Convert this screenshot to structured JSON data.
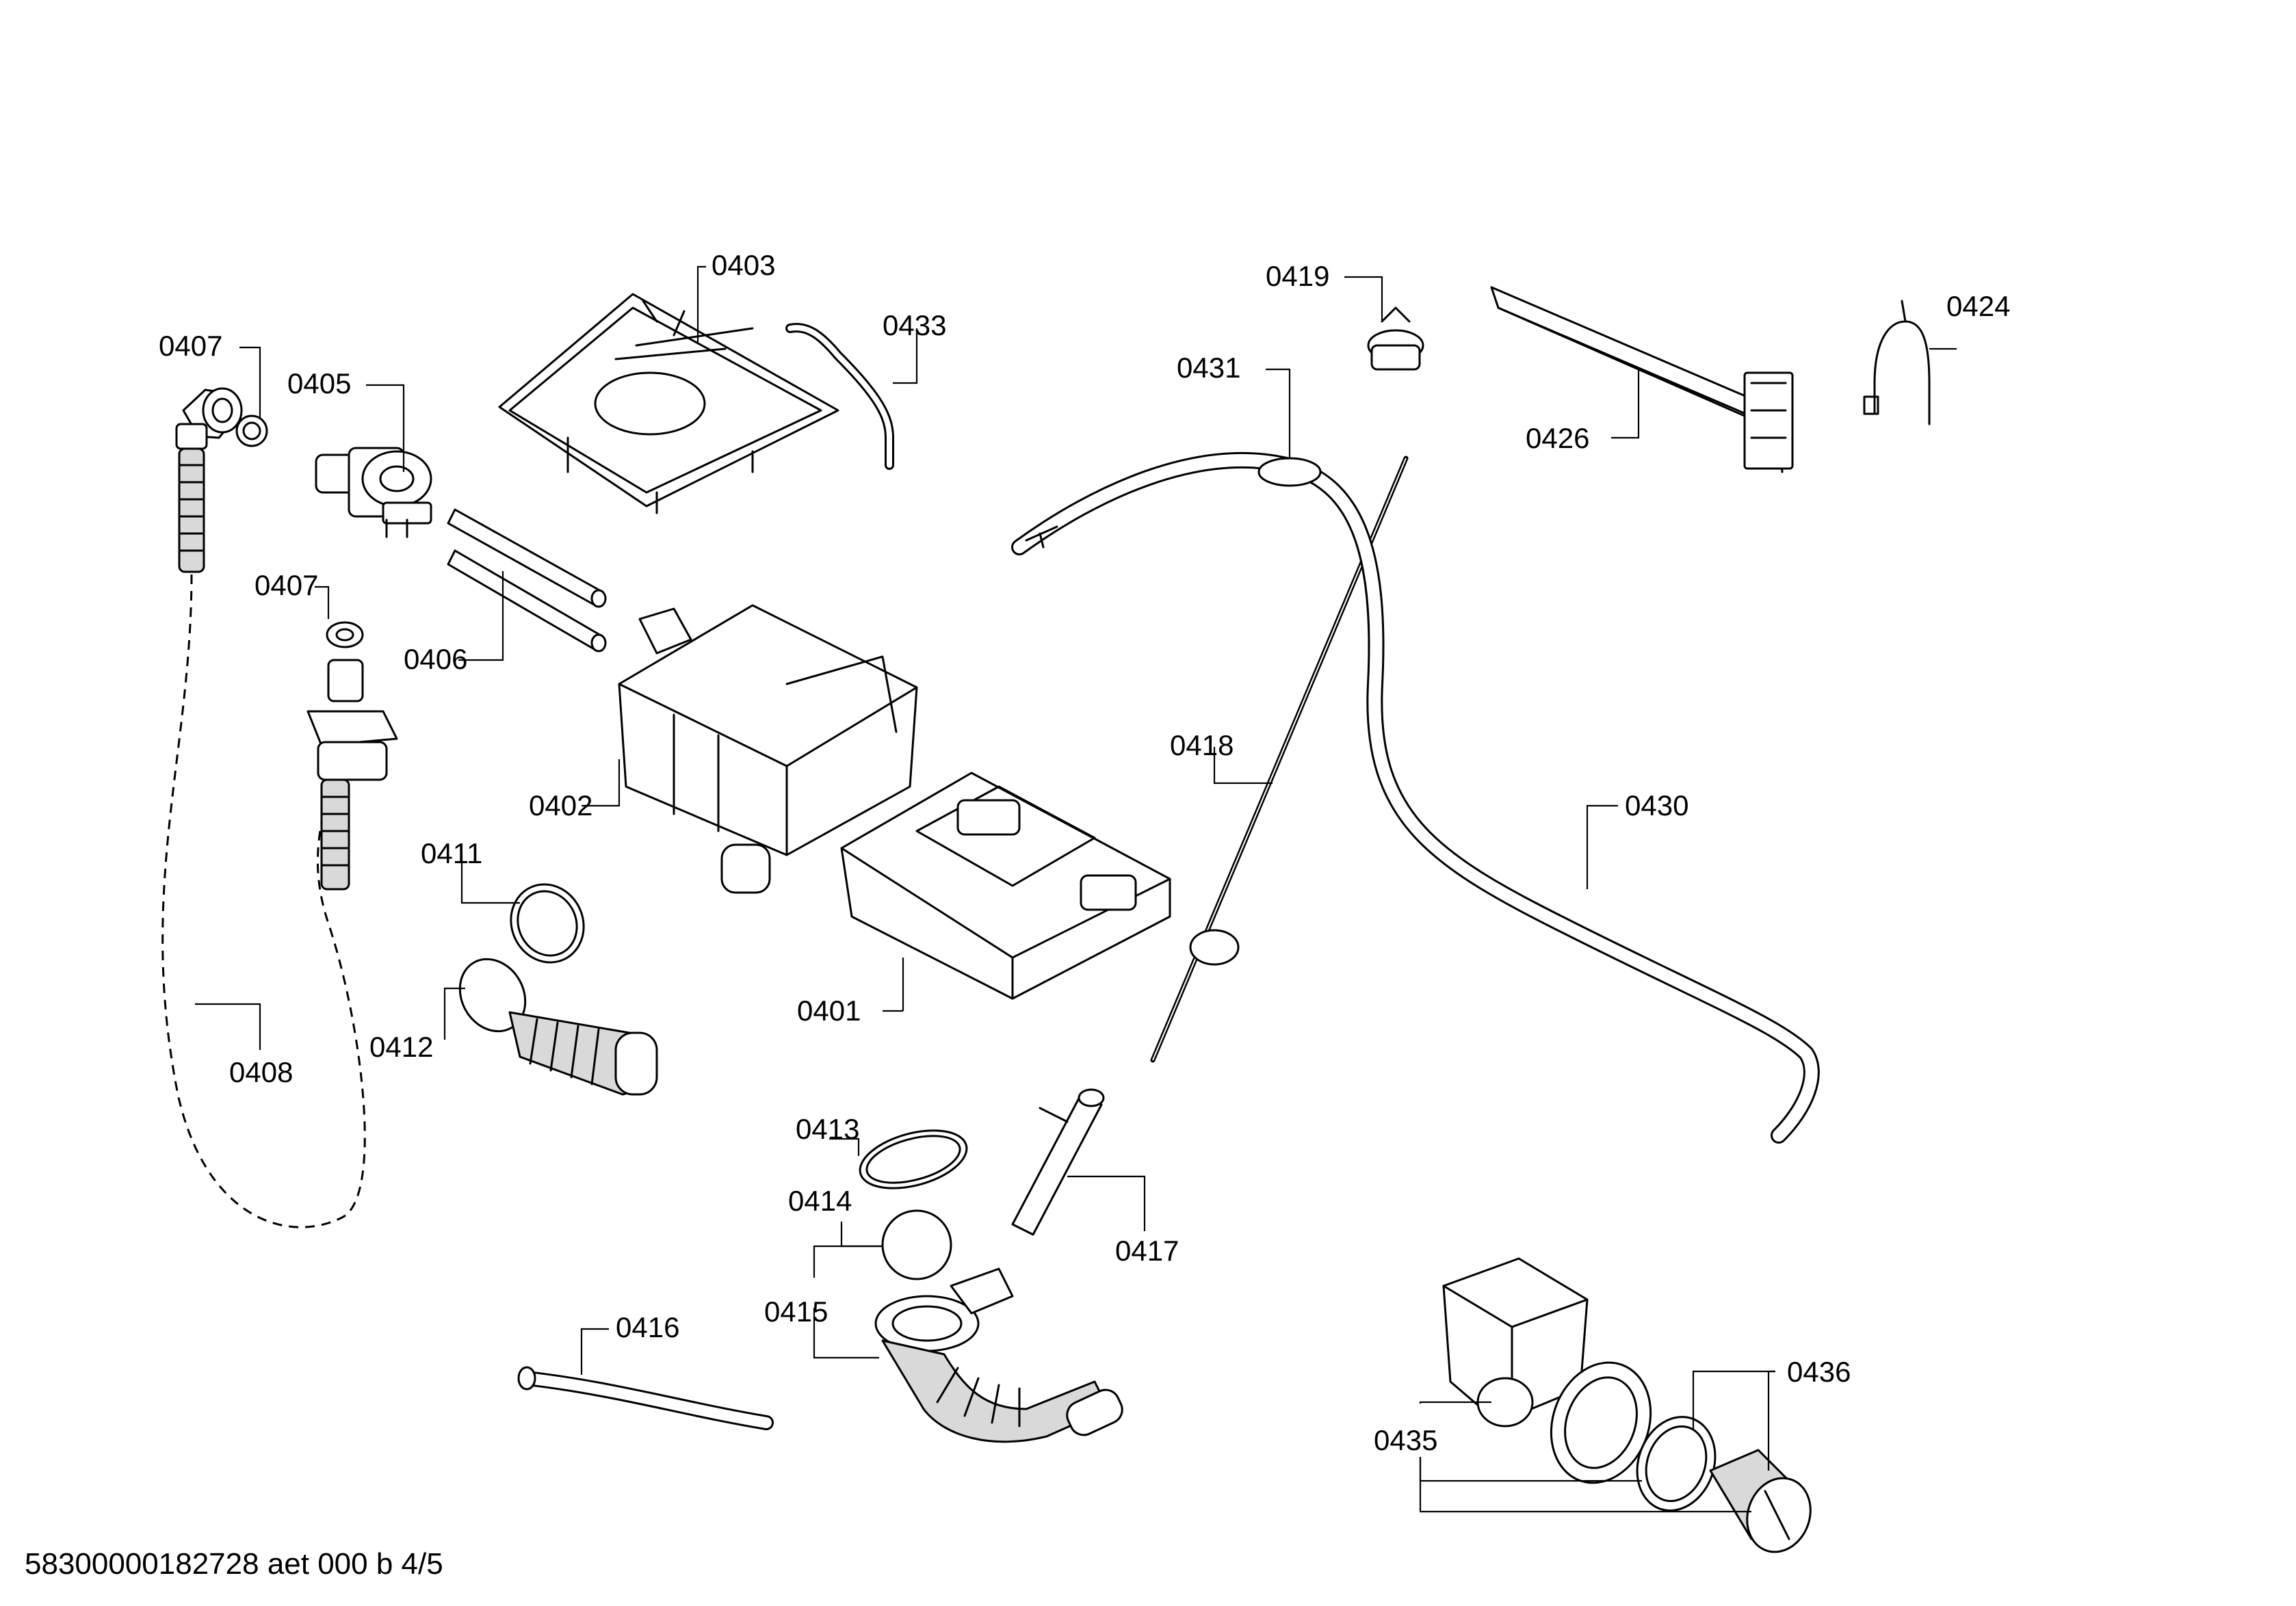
{
  "parts": {
    "p0401": "0401",
    "p0402": "0402",
    "p0403": "0403",
    "p0405": "0405",
    "p0406": "0406",
    "p0407": "0407",
    "p0408": "0408",
    "p0411": "0411",
    "p0412": "0412",
    "p0413": "0413",
    "p0414": "0414",
    "p0415": "0415",
    "p0416": "0416",
    "p0417": "0417",
    "p0418": "0418",
    "p0419": "0419",
    "p0424": "0424",
    "p0426": "0426",
    "p0430": "0430",
    "p0431": "0431",
    "p0433": "0433",
    "p0435": "0435",
    "p0436": "0436"
  },
  "footer": "58300000182728 aet 000 b 4/5"
}
